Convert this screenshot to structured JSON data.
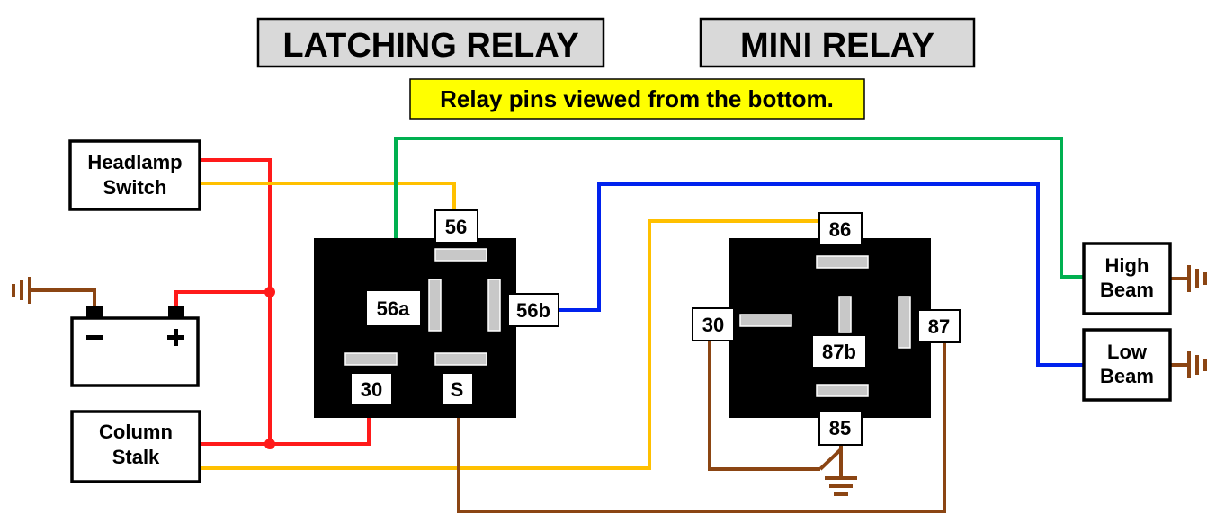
{
  "titles": {
    "latching_relay": "LATCHING RELAY",
    "mini_relay": "MINI RELAY"
  },
  "note": "Relay pins viewed from the bottom.",
  "components": {
    "headlamp_switch": [
      "Headlamp",
      "Switch"
    ],
    "column_stalk": [
      "Column",
      "Stalk"
    ],
    "high_beam": [
      "High",
      "Beam"
    ],
    "low_beam": [
      "Low",
      "Beam"
    ],
    "battery": {
      "negative": "−",
      "positive": "+"
    }
  },
  "latching_relay_pins": {
    "p56": "56",
    "p56a": "56a",
    "p56b": "56b",
    "p30": "30",
    "pS": "S"
  },
  "mini_relay_pins": {
    "p86": "86",
    "p30": "30",
    "p87": "87",
    "p87b": "87b",
    "p85": "85"
  },
  "wire_colors": {
    "red": "#ff1a1a",
    "yellow": "#ffc000",
    "green": "#00b050",
    "blue": "#0022ee",
    "brown": "#8b4513"
  }
}
